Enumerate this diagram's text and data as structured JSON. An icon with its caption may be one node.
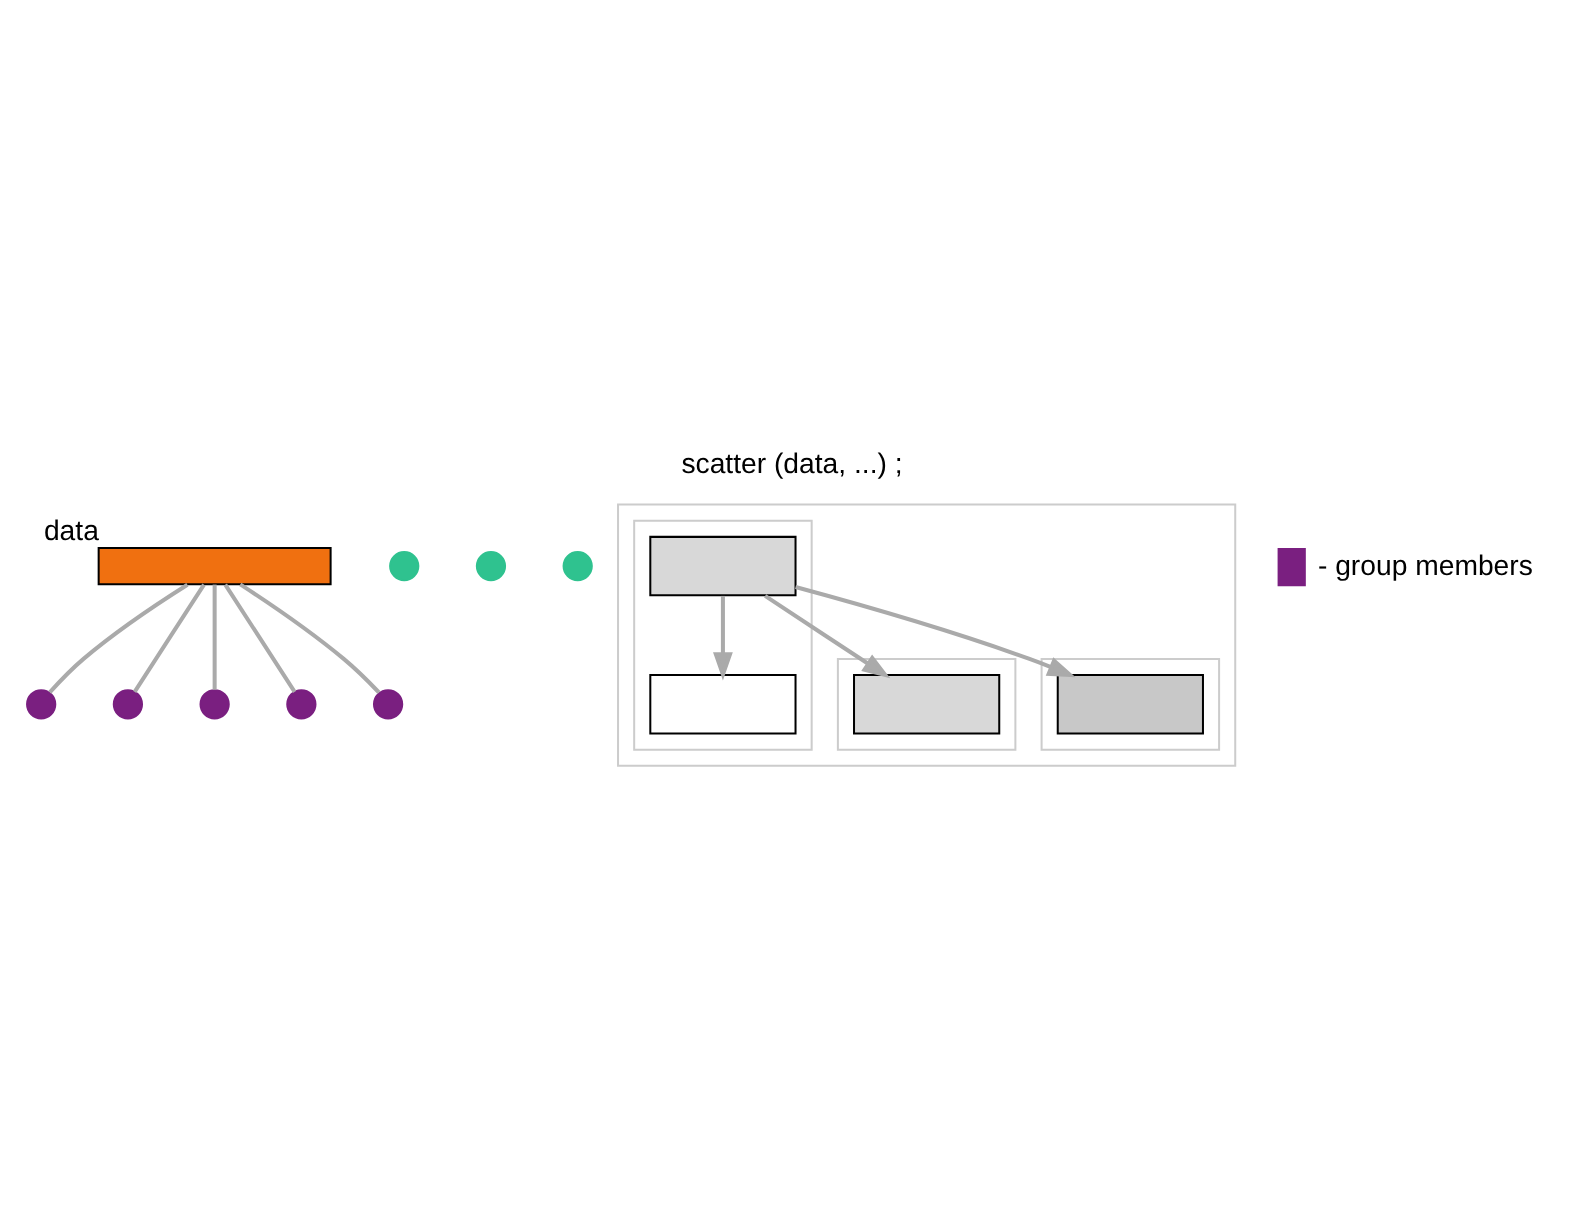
{
  "diagram": {
    "title": "scatter (data, ...) ;",
    "nodes": [
      {
        "text": [],
        "shape": "bar",
        "beside": [
          "data"
        ]
      },
      {
        "text": [],
        "shape": "circle"
      },
      {
        "text": [],
        "shape": "circle"
      },
      {
        "text": [],
        "shape": "circle"
      },
      {
        "text": [],
        "shape": "circle"
      },
      {
        "text": [],
        "shape": "circle"
      },
      {
        "text": [],
        "shape": "circle"
      },
      {
        "text": [],
        "shape": "circle"
      },
      {
        "text": [],
        "shape": "circle"
      },
      {
        "text": [],
        "shape": "box"
      },
      {
        "text": [],
        "shape": "box",
        "in": 9
      },
      {
        "text": [],
        "shape": "box",
        "in": 9
      },
      {
        "text": [],
        "shape": "box",
        "in": 9
      },
      {
        "text": [],
        "shape": "box",
        "in": 10
      },
      {
        "text": [],
        "shape": "box",
        "in": 10
      },
      {
        "text": [],
        "shape": "box",
        "in": 11
      },
      {
        "text": [],
        "shape": "box",
        "in": 12
      }
    ],
    "edges": [
      {
        "from": 0,
        "to": 1,
        "arrow": "none"
      },
      {
        "from": 0,
        "to": 2,
        "arrow": "none"
      },
      {
        "from": 0,
        "to": 3,
        "arrow": "none"
      },
      {
        "from": 0,
        "to": 4,
        "arrow": "none"
      },
      {
        "from": 0,
        "to": 5,
        "arrow": "none"
      },
      {
        "from": 13,
        "to": 14,
        "arrow": "to"
      },
      {
        "from": 13,
        "to": 15,
        "arrow": "to"
      },
      {
        "from": 13,
        "to": 16,
        "arrow": "to"
      }
    ],
    "legend": [
      {
        "text": "- group members",
        "color": "#7a1f80"
      }
    ]
  }
}
